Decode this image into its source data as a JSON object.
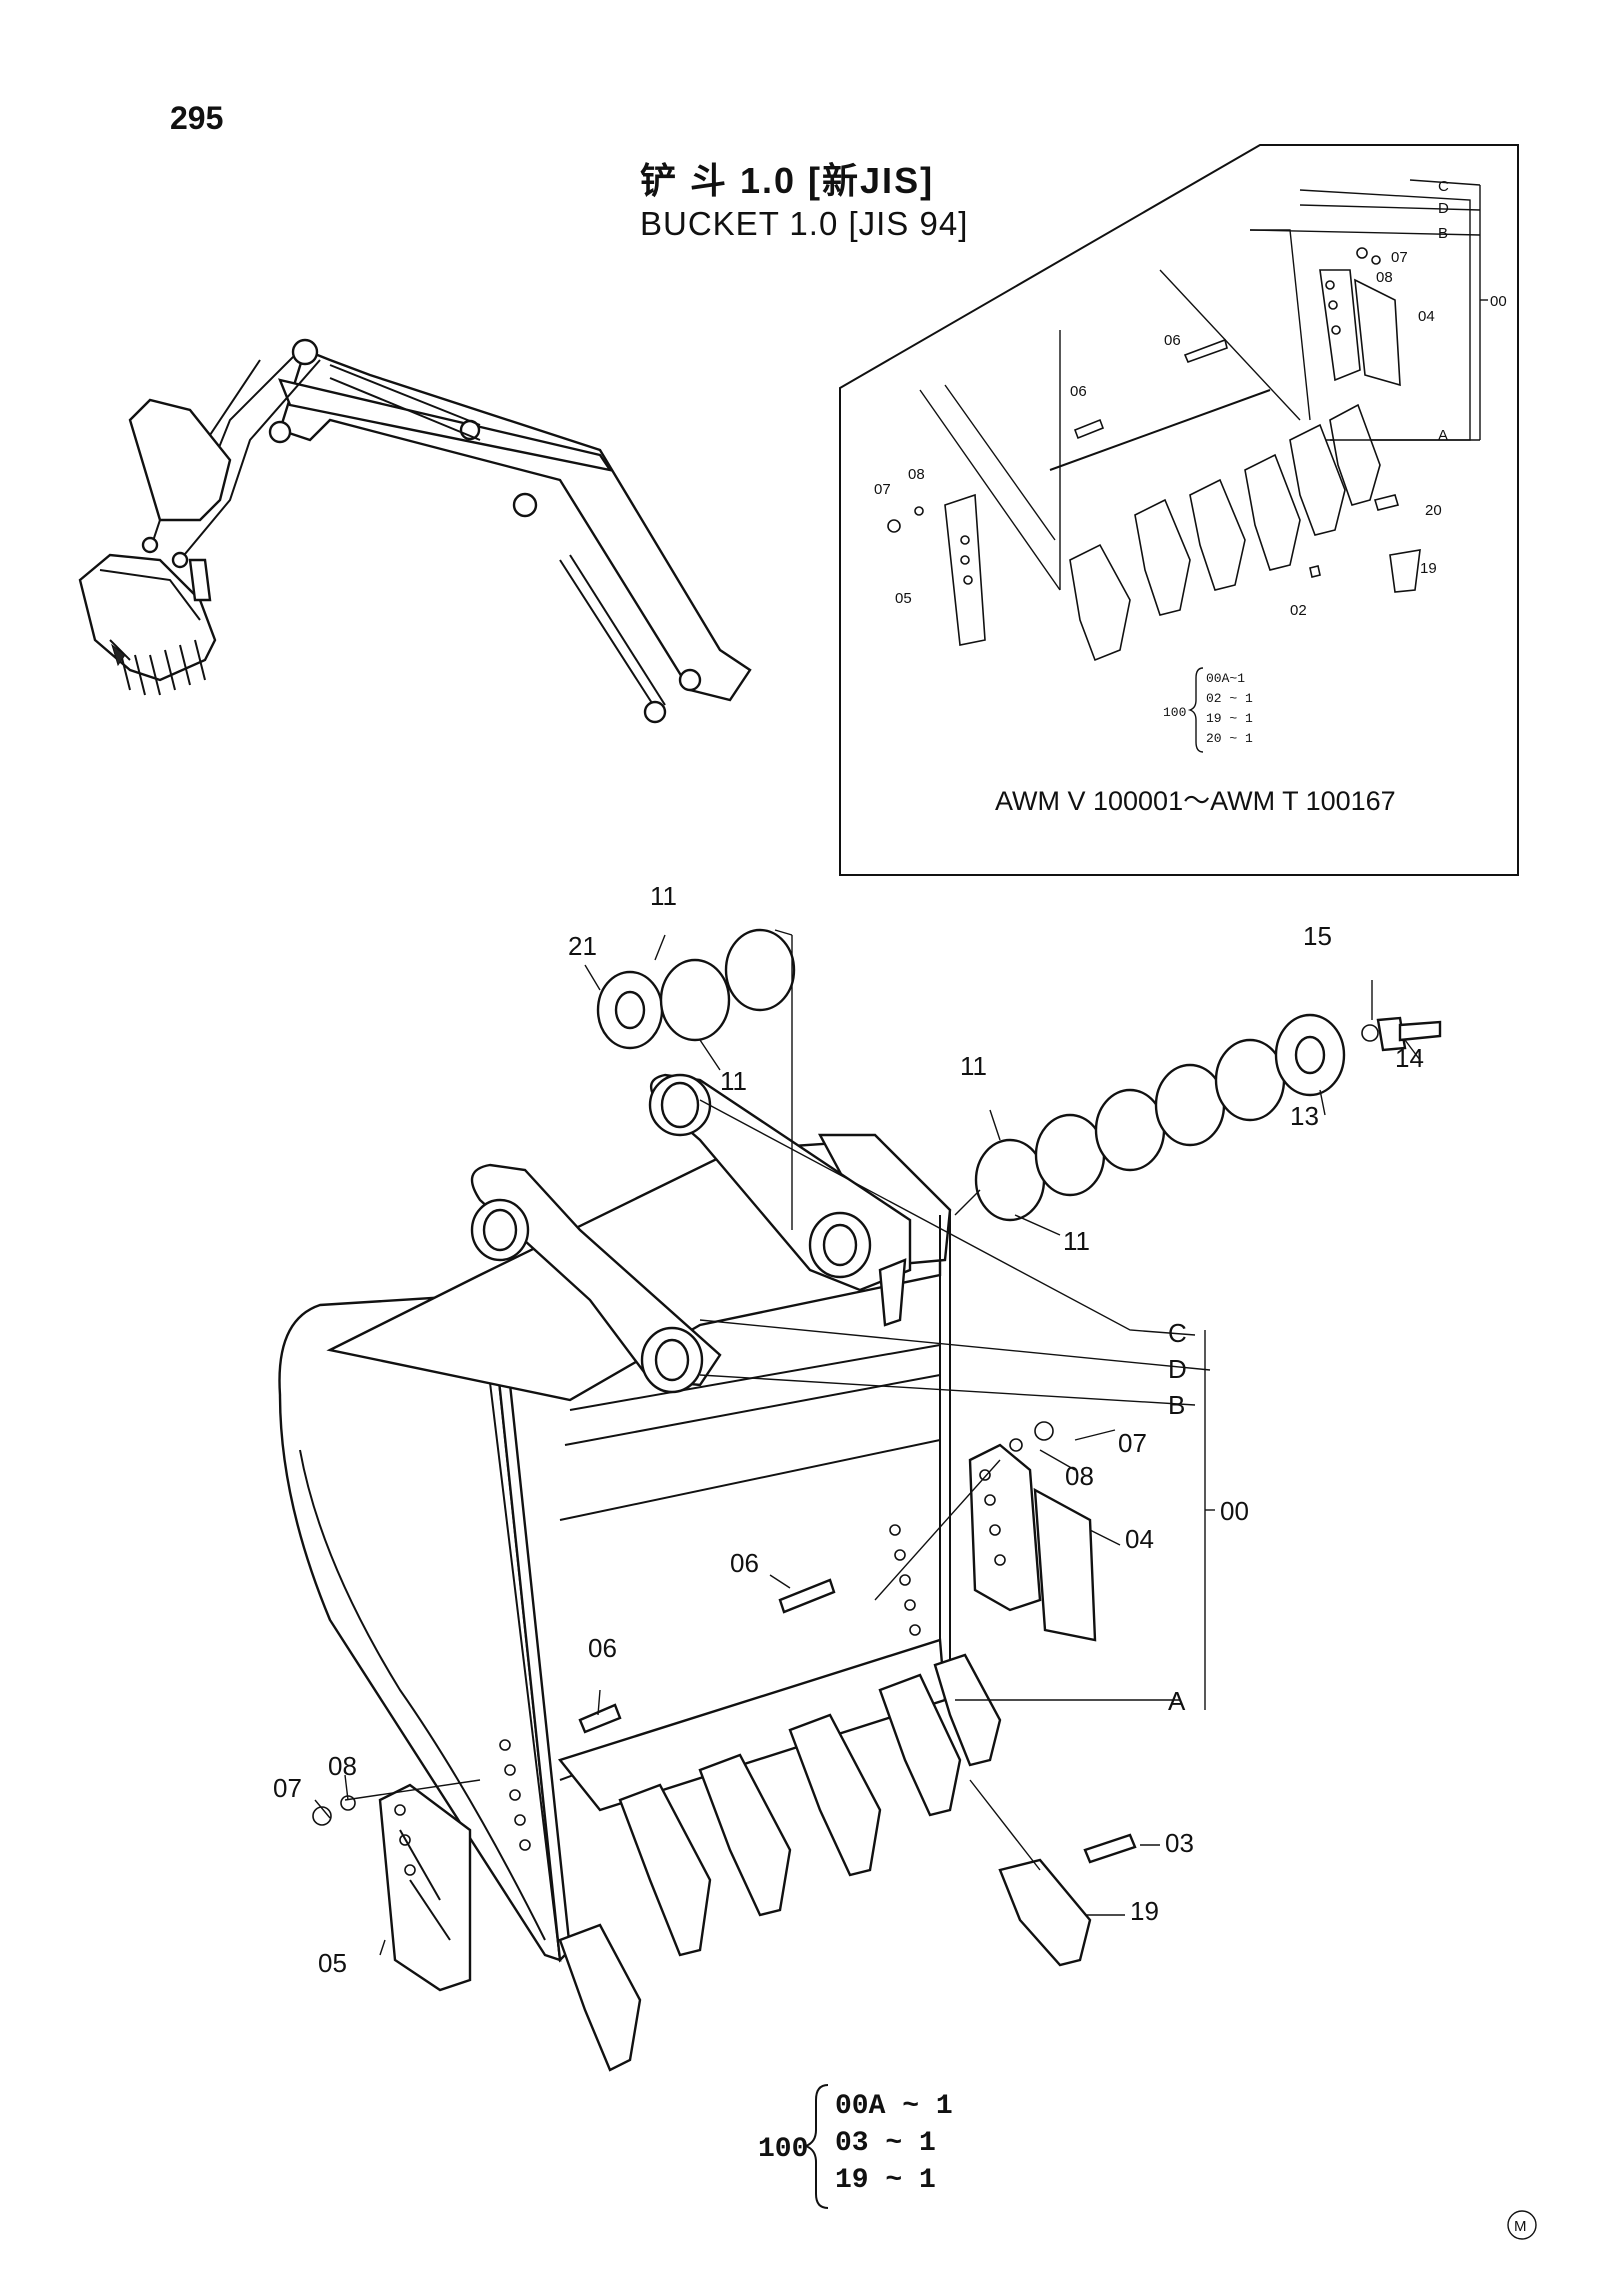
{
  "page_number": "295",
  "title_cn": "铲 斗 1.0 [新JIS]",
  "title_en": "BUCKET 1.0 [JIS 94]",
  "inset": {
    "serial_range": "AWM V 100001～AWM T 100167",
    "callouts": [
      "07",
      "08",
      "04",
      "06",
      "06",
      "07",
      "08",
      "05",
      "20",
      "19",
      "02"
    ],
    "refs": [
      "C",
      "D",
      "B",
      "A"
    ],
    "group": "00",
    "qty_prefix": "100",
    "qty_lines": [
      "00A~1",
      "02 ~ 1",
      "19 ~ 1",
      "20 ~ 1"
    ]
  },
  "main": {
    "callouts": {
      "c21": "21",
      "c11a": "11",
      "c11b": "11",
      "c15": "15",
      "c14": "14",
      "c13": "13",
      "c11c": "11",
      "c11d": "11",
      "c07a": "07",
      "c08a": "08",
      "c04": "04",
      "c06a": "06",
      "c06b": "06",
      "c07b": "07",
      "c08b": "08",
      "c05": "05",
      "c03": "03",
      "c19": "19"
    },
    "refs": {
      "C": "C",
      "D": "D",
      "B": "B",
      "A": "A"
    },
    "group": "00",
    "qty_prefix": "100",
    "qty_lines": [
      "00A ~  1",
      "03  ~  1",
      "19  ~  1"
    ]
  },
  "corner_mark": "M"
}
